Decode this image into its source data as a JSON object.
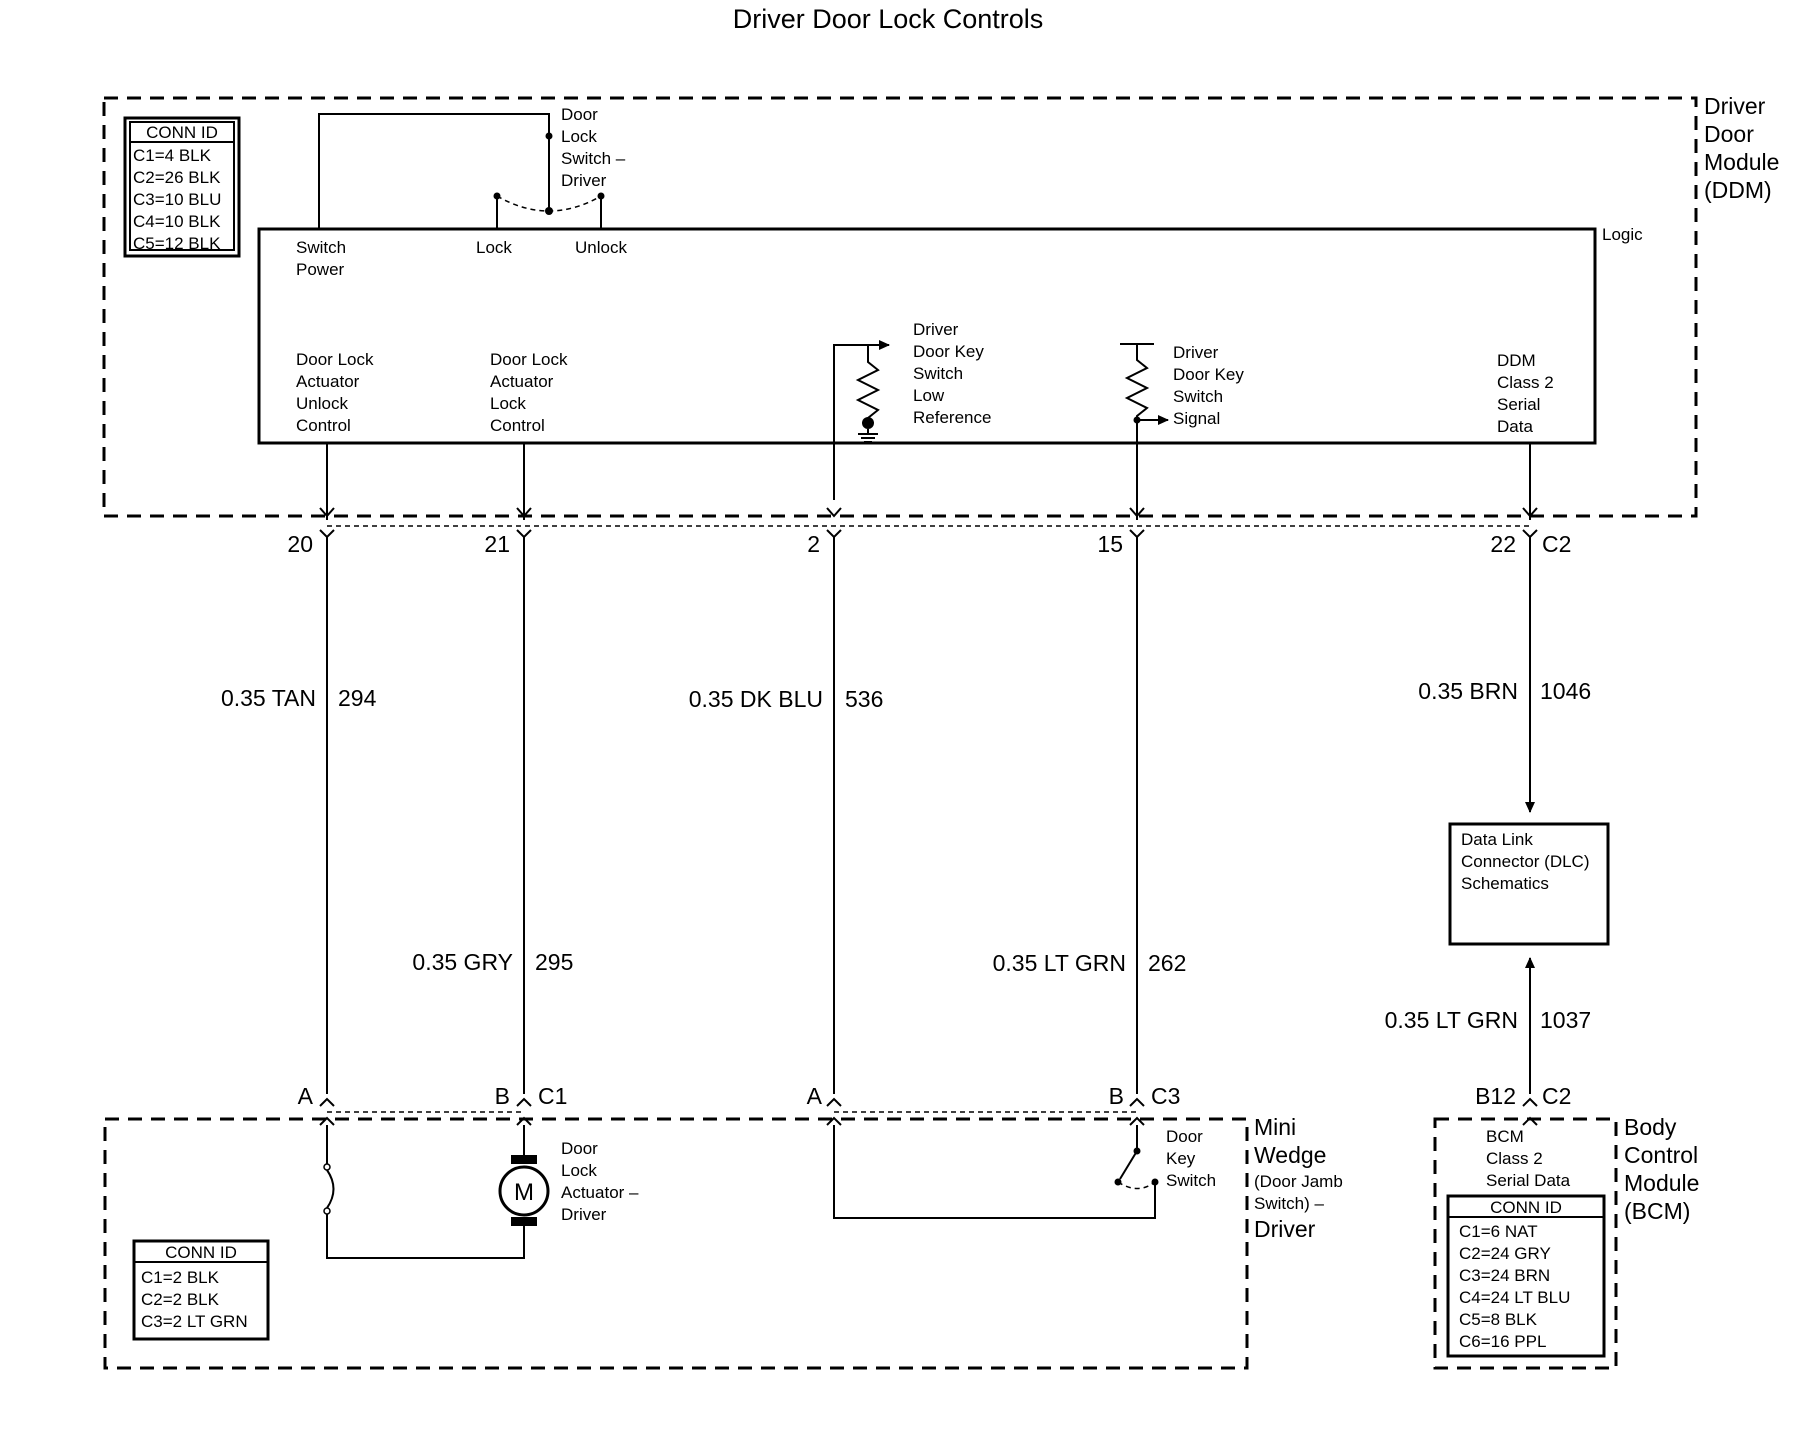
{
  "title": "Driver Door Lock Controls",
  "ddm": {
    "name_lines": [
      "Driver",
      "Door",
      "Module",
      "(DDM)"
    ],
    "conn_id": {
      "header": "CONN ID",
      "rows": [
        "C1=4 BLK",
        "C2=26 BLK",
        "C3=10 BLU",
        "C4=10 BLK",
        "C5=12 BLK"
      ]
    },
    "switch_label": [
      "Door",
      "Lock",
      "Switch –",
      "Driver"
    ],
    "logic_label": "Logic",
    "switch_power": [
      "Switch",
      "Power"
    ],
    "lock": "Lock",
    "unlock": "Unlock",
    "key_low_ref": [
      "Driver",
      "Door Key",
      "Switch",
      "Low",
      "Reference"
    ],
    "key_signal": [
      "Driver",
      "Door Key",
      "Switch",
      "Signal"
    ],
    "outputs": [
      [
        "Door Lock",
        "Actuator",
        "Unlock",
        "Control"
      ],
      [
        "Door Lock",
        "Actuator",
        "Lock",
        "Control"
      ],
      [
        "DDM",
        "Class 2",
        "Serial",
        "Data"
      ]
    ]
  },
  "pins": {
    "p20": "20",
    "p21": "21",
    "p2": "2",
    "p15": "15",
    "p22": "22",
    "conn": "C2"
  },
  "wires": [
    {
      "color": "0.35 TAN",
      "circuit": "294"
    },
    {
      "color": "0.35 GRY",
      "circuit": "295"
    },
    {
      "color": "0.35 DK BLU",
      "circuit": "536"
    },
    {
      "color": "0.35 LT GRN",
      "circuit": "262"
    },
    {
      "color": "0.35 BRN",
      "circuit": "1046"
    },
    {
      "color": "0.35 LT GRN",
      "circuit": "1037"
    }
  ],
  "dlc": [
    "Data Link",
    "Connector (DLC)",
    "Schematics"
  ],
  "lower_pins": {
    "a1": "A",
    "b1": "B",
    "c1": "C1",
    "a3": "A",
    "b3": "B",
    "c3": "C3",
    "b12": "B12",
    "c2": "C2"
  },
  "wedge": {
    "name_lines": [
      "Mini",
      "Wedge",
      "(Door Jamb",
      "Switch) –",
      "Driver"
    ],
    "actuator": [
      "Door",
      "Lock",
      "Actuator –",
      "Driver"
    ],
    "motor": "M",
    "key_switch": [
      "Door",
      "Key",
      "Switch"
    ],
    "conn_id": {
      "header": "CONN ID",
      "rows": [
        "C1=2 BLK",
        "C2=2 BLK",
        "C3=2 LT GRN"
      ]
    }
  },
  "bcm": {
    "name_lines": [
      "Body",
      "Control",
      "Module",
      "(BCM)"
    ],
    "serial": [
      "BCM",
      "Class 2",
      "Serial Data"
    ],
    "conn_id": {
      "header": "CONN ID",
      "rows": [
        "C1=6 NAT",
        "C2=24 GRY",
        "C3=24 BRN",
        "C4=24 LT BLU",
        "C5=8 BLK",
        "C6=16 PPL"
      ]
    }
  }
}
